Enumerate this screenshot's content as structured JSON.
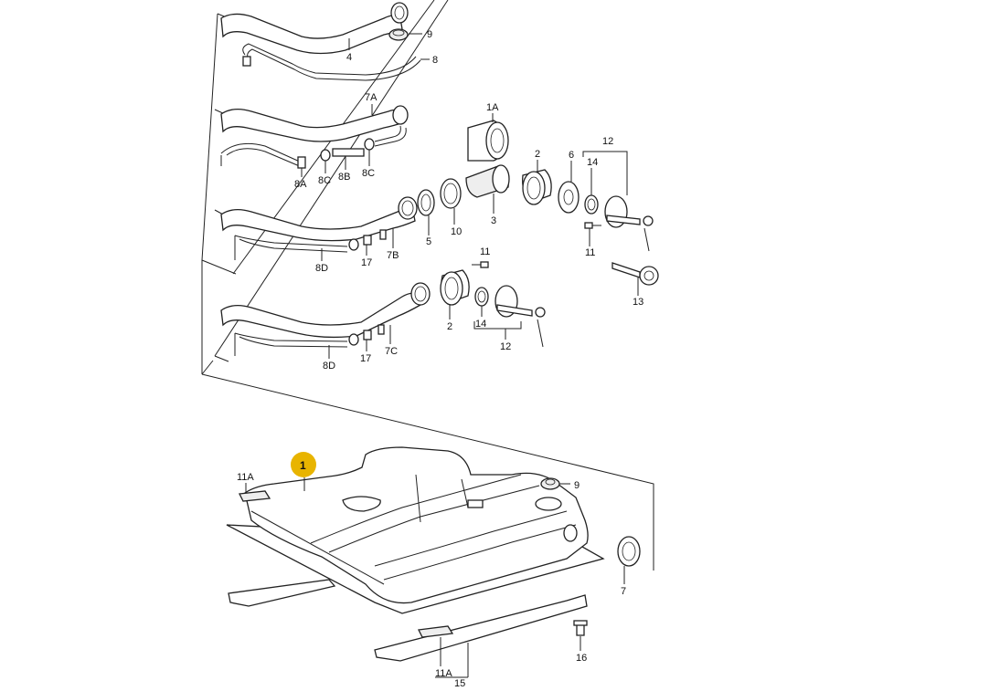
{
  "diagram": {
    "callouts": {
      "c4": "4",
      "c9_top": "9",
      "c8": "8",
      "c7A": "7A",
      "c8A": "8A",
      "c8C_a": "8C",
      "c8B": "8B",
      "c8C_b": "8C",
      "c1A": "1A",
      "c2_top": "2",
      "c6": "6",
      "c12_top": "12",
      "c14_top": "14",
      "c3": "3",
      "c5": "5",
      "c10": "10",
      "c11_top": "11",
      "c8D_a": "8D",
      "c17_a": "17",
      "c7B": "7B",
      "c11_mid": "11",
      "c13": "13",
      "c2_mid": "2",
      "c14_mid": "14",
      "c12_mid": "12",
      "c8D_b": "8D",
      "c17_b": "17",
      "c7C": "7C",
      "c1": "1",
      "c11A_a": "11A",
      "c9_bot": "9",
      "c7": "7",
      "c16": "16",
      "c11A_b": "11A",
      "c15": "15"
    },
    "highlight_color": "#e8b400"
  }
}
